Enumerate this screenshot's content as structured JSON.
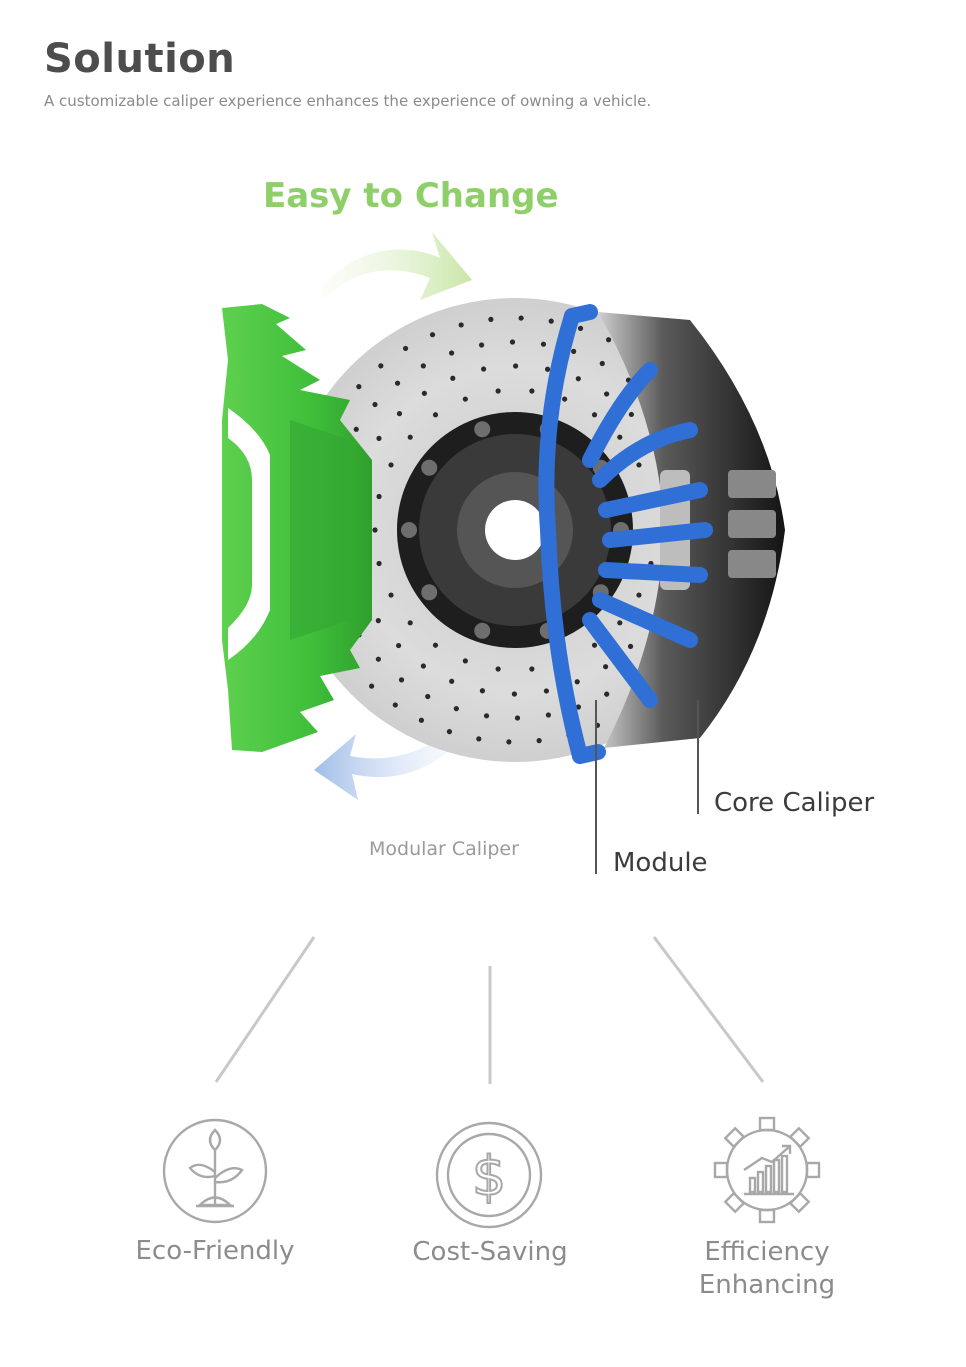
{
  "header": {
    "title": "Solution",
    "subtitle": "A customizable caliper experience enhances the experience of owning a vehicle."
  },
  "diagram": {
    "headline": "Easy to Change",
    "modular_label": "Modular Caliper",
    "module_label": "Module",
    "core_label": "Core Caliper",
    "colors": {
      "headline": "#8fcf6a",
      "modular_shell": "#3fbf3a",
      "module": "#2f6fd6",
      "core": "#1a1a1a",
      "rotor": "#d8d8d8"
    }
  },
  "benefits": [
    {
      "label": "Eco-Friendly",
      "icon": "sprout-icon"
    },
    {
      "label": "Cost-Saving",
      "icon": "dollar-coin-icon"
    },
    {
      "label": "Efficiency Enhancing",
      "icon": "gear-chart-icon"
    }
  ]
}
